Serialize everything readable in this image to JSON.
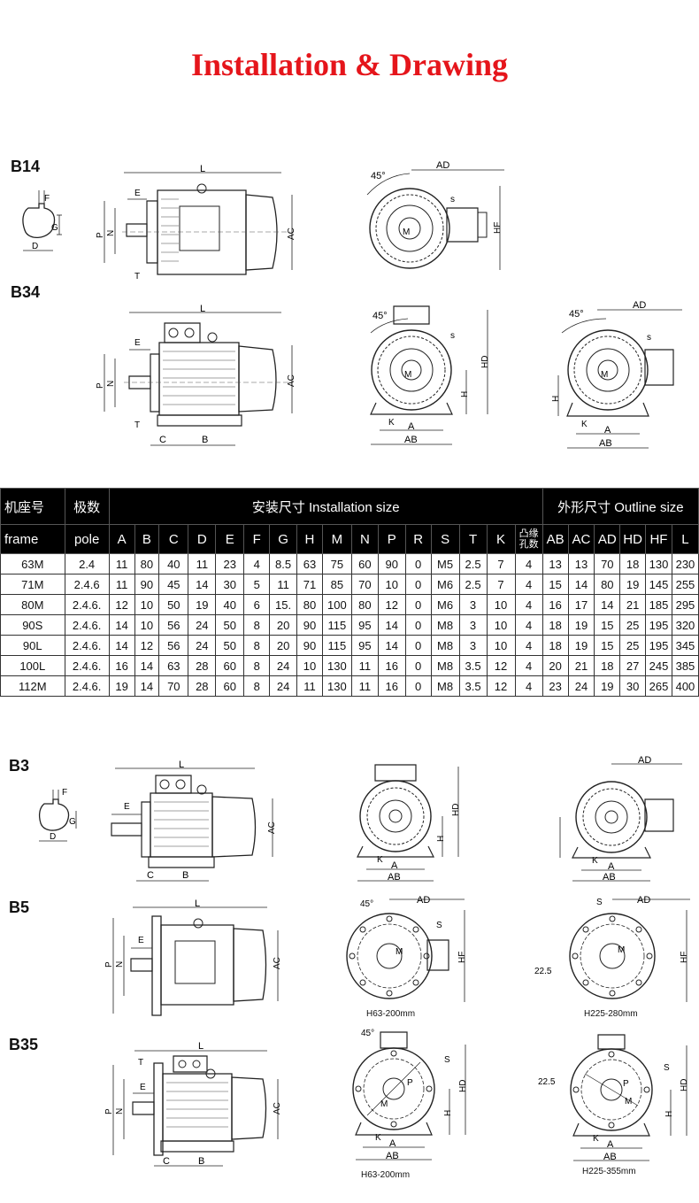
{
  "title": "Installation & Drawing",
  "sections": {
    "b14": "B14",
    "b34": "B34",
    "b3": "B3",
    "b5": "B5",
    "b35": "B35"
  },
  "captions": {
    "b5_left": "H63-200mm",
    "b5_right": "H225-280mm",
    "b35_left": "H63-200mm",
    "b35_right": "H225-355mm"
  },
  "dim_labels": {
    "L": "L",
    "E": "E",
    "F": "F",
    "G": "G",
    "D": "D",
    "N": "N",
    "P": "P",
    "T": "T",
    "AC": "AC",
    "AD": "AD",
    "HF": "HF",
    "HD": "HD",
    "H": "H",
    "K": "K",
    "A": "A",
    "AB": "AB",
    "C": "C",
    "B": "B",
    "S": "S",
    "M": "M",
    "s_lower": "s",
    "deg45": "45°",
    "deg225": "22.5"
  },
  "table": {
    "header_row1": {
      "frame_cn": "机座号",
      "pole_cn": "极数",
      "install": "安装尺寸  Installation size",
      "outline": "外形尺寸  Outline size"
    },
    "header_row2": [
      "frame",
      "pole",
      "A",
      "B",
      "C",
      "D",
      "E",
      "F",
      "G",
      "H",
      "M",
      "N",
      "P",
      "R",
      "S",
      "T",
      "K",
      "凸缘孔数",
      "AB",
      "AC",
      "AD",
      "HD",
      "HF",
      "L"
    ],
    "rows": [
      [
        "63M",
        "2.4",
        "11",
        "80",
        "40",
        "11",
        "23",
        "4",
        "8.5",
        "63",
        "75",
        "60",
        "90",
        "0",
        "M5",
        "2.5",
        "7",
        "4",
        "13",
        "13",
        "70",
        "18",
        "130",
        "230"
      ],
      [
        "71M",
        "2.4.6",
        "11",
        "90",
        "45",
        "14",
        "30",
        "5",
        "11",
        "71",
        "85",
        "70",
        "10",
        "0",
        "M6",
        "2.5",
        "7",
        "4",
        "15",
        "14",
        "80",
        "19",
        "145",
        "255"
      ],
      [
        "80M",
        "2.4.6.",
        "12",
        "10",
        "50",
        "19",
        "40",
        "6",
        "15.",
        "80",
        "100",
        "80",
        "12",
        "0",
        "M6",
        "3",
        "10",
        "4",
        "16",
        "17",
        "14",
        "21",
        "185",
        "295"
      ],
      [
        "90S",
        "2.4.6.",
        "14",
        "10",
        "56",
        "24",
        "50",
        "8",
        "20",
        "90",
        "115",
        "95",
        "14",
        "0",
        "M8",
        "3",
        "10",
        "4",
        "18",
        "19",
        "15",
        "25",
        "195",
        "320"
      ],
      [
        "90L",
        "2.4.6.",
        "14",
        "12",
        "56",
        "24",
        "50",
        "8",
        "20",
        "90",
        "115",
        "95",
        "14",
        "0",
        "M8",
        "3",
        "10",
        "4",
        "18",
        "19",
        "15",
        "25",
        "195",
        "345"
      ],
      [
        "100L",
        "2.4.6.",
        "16",
        "14",
        "63",
        "28",
        "60",
        "8",
        "24",
        "10",
        "130",
        "11",
        "16",
        "0",
        "M8",
        "3.5",
        "12",
        "4",
        "20",
        "21",
        "18",
        "27",
        "245",
        "385"
      ],
      [
        "112M",
        "2.4.6.",
        "19",
        "14",
        "70",
        "28",
        "60",
        "8",
        "24",
        "11",
        "130",
        "11",
        "16",
        "0",
        "M8",
        "3.5",
        "12",
        "4",
        "23",
        "24",
        "19",
        "30",
        "265",
        "400"
      ]
    ]
  },
  "colors": {
    "title": "#e5151b",
    "header_bg": "#000000",
    "header_text": "#ffffff",
    "line": "#222222"
  }
}
